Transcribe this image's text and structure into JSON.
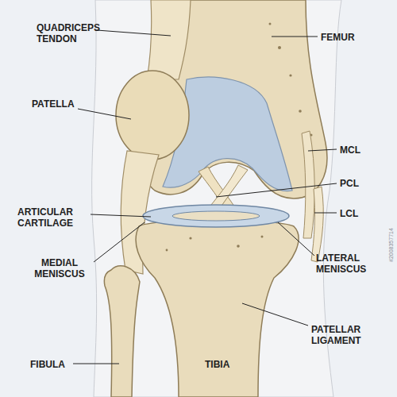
{
  "diagram": {
    "labels": [
      "QUADRICEPS TENDON",
      "FEMUR",
      "PATELLA",
      "MCL",
      "PCL",
      "ARTICULAR CARTILAGE",
      "LCL",
      "MEDIAL MENISCUS",
      "LATERAL MENISCUS",
      "PATELLAR LIGAMENT",
      "FIBULA",
      "TIBIA",
      "#2008357714"
    ]
  }
}
